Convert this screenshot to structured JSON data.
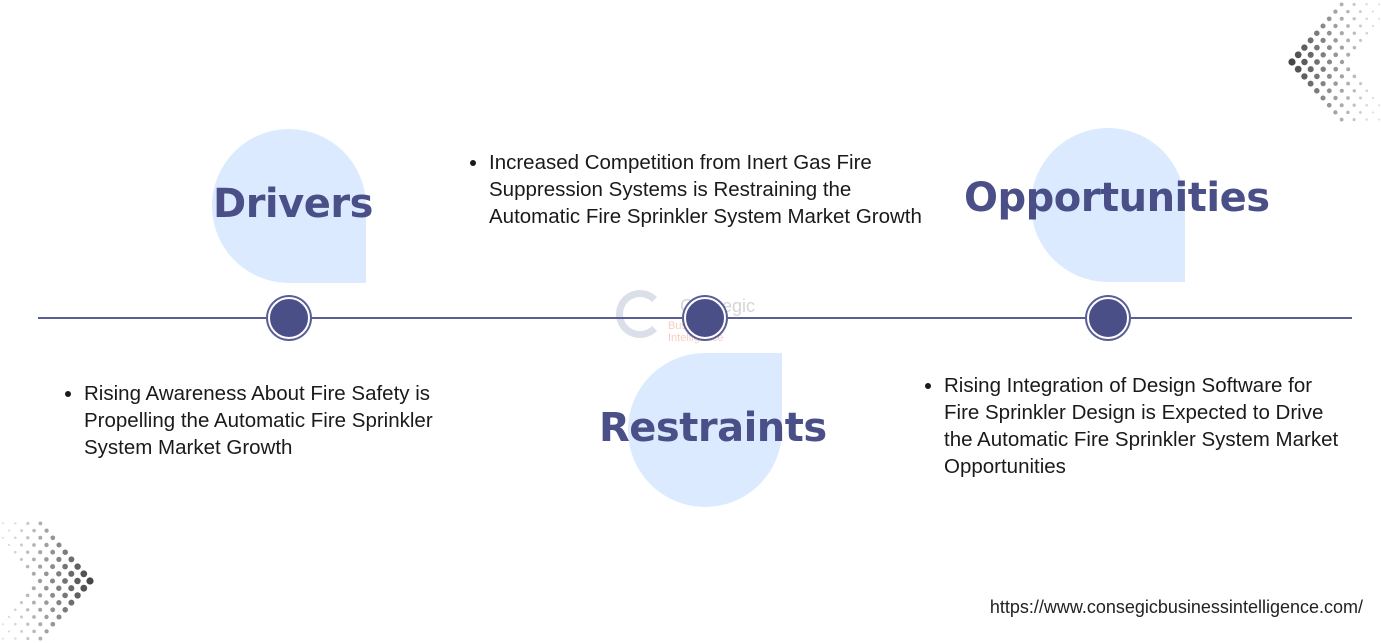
{
  "sections": {
    "drivers": {
      "title": "Drivers",
      "bullets": [
        "Rising Awareness About Fire Safety is Propelling the Automatic Fire Sprinkler System Market Growth"
      ]
    },
    "restraints": {
      "title": "Restraints",
      "bullets": [
        "Increased Competition from Inert Gas Fire Suppression Systems is Restraining the Automatic Fire Sprinkler System Market Growth"
      ]
    },
    "opportunities": {
      "title": "Opportunities",
      "bullets": [
        "Rising Integration of Design Software for Fire Sprinkler Design is Expected to Drive the Automatic Fire Sprinkler System Market Opportunities"
      ]
    }
  },
  "watermark": {
    "line1": "Consegic",
    "line2": "Business Intelligence"
  },
  "footer": {
    "url": "https://www.consegicbusinessintelligence.com/"
  },
  "colors": {
    "title": "#4b4f87",
    "shape": "#dbeafe",
    "timeline": "#5a5e96"
  }
}
